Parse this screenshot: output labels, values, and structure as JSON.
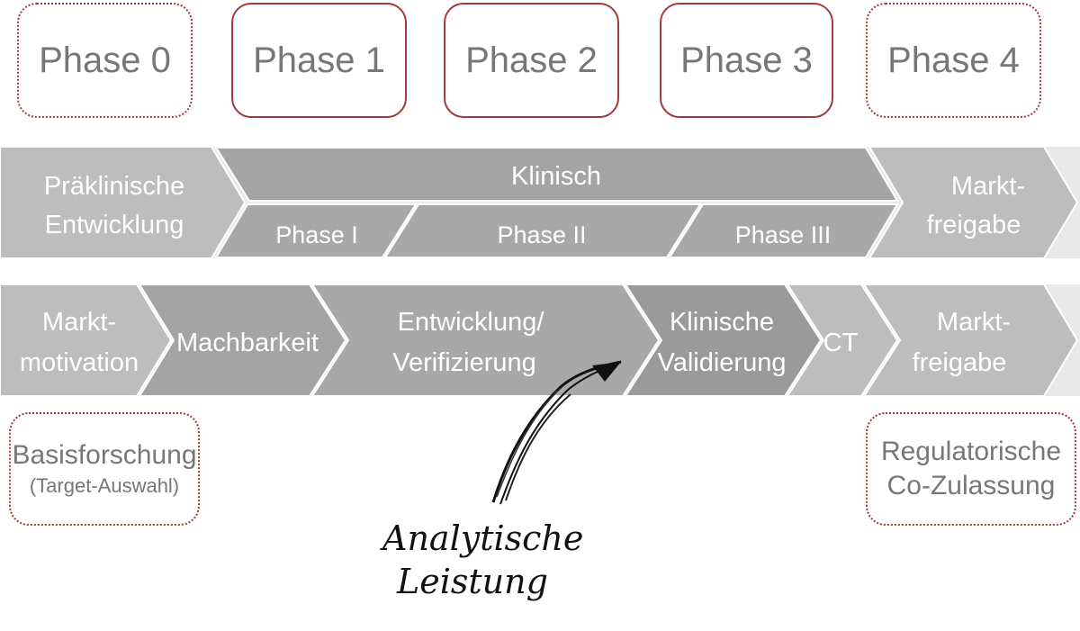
{
  "phases": [
    {
      "label": "Phase 0",
      "style": "dotted"
    },
    {
      "label": "Phase 1",
      "style": "solid"
    },
    {
      "label": "Phase 2",
      "style": "solid"
    },
    {
      "label": "Phase 3",
      "style": "solid"
    },
    {
      "label": "Phase 4",
      "style": "dotted"
    }
  ],
  "pharma_row": {
    "preclinical": [
      "Präklinische",
      "Entwicklung"
    ],
    "clinical": "Klinisch",
    "clinical_phases": [
      "Phase I",
      "Phase II",
      "Phase III"
    ],
    "market_release": [
      "Markt-",
      "freigabe"
    ]
  },
  "diagnostic_row": {
    "market_motivation": [
      "Markt-",
      "motivation"
    ],
    "feasibility": "Machbarkeit",
    "development": [
      "Entwicklung/",
      "Verifizierung"
    ],
    "clinical_validation": [
      "Klinische",
      "Validierung"
    ],
    "ct": "CT",
    "market_release": [
      "Markt-",
      "freigabe"
    ]
  },
  "basic_research": {
    "title": "Basisforschung",
    "subtitle": "(Target-Auswahl)"
  },
  "regulatory": [
    "Regulatorische",
    "Co-Zulassung"
  ],
  "annotation": [
    "Analytische",
    "Leistung"
  ],
  "colors": {
    "light_gray": "#bdbdbd",
    "mid_gray": "#a8a8a8",
    "dark_gray": "#9a9a9a",
    "border_red": "#a23a3a",
    "text_gray": "#777777"
  }
}
